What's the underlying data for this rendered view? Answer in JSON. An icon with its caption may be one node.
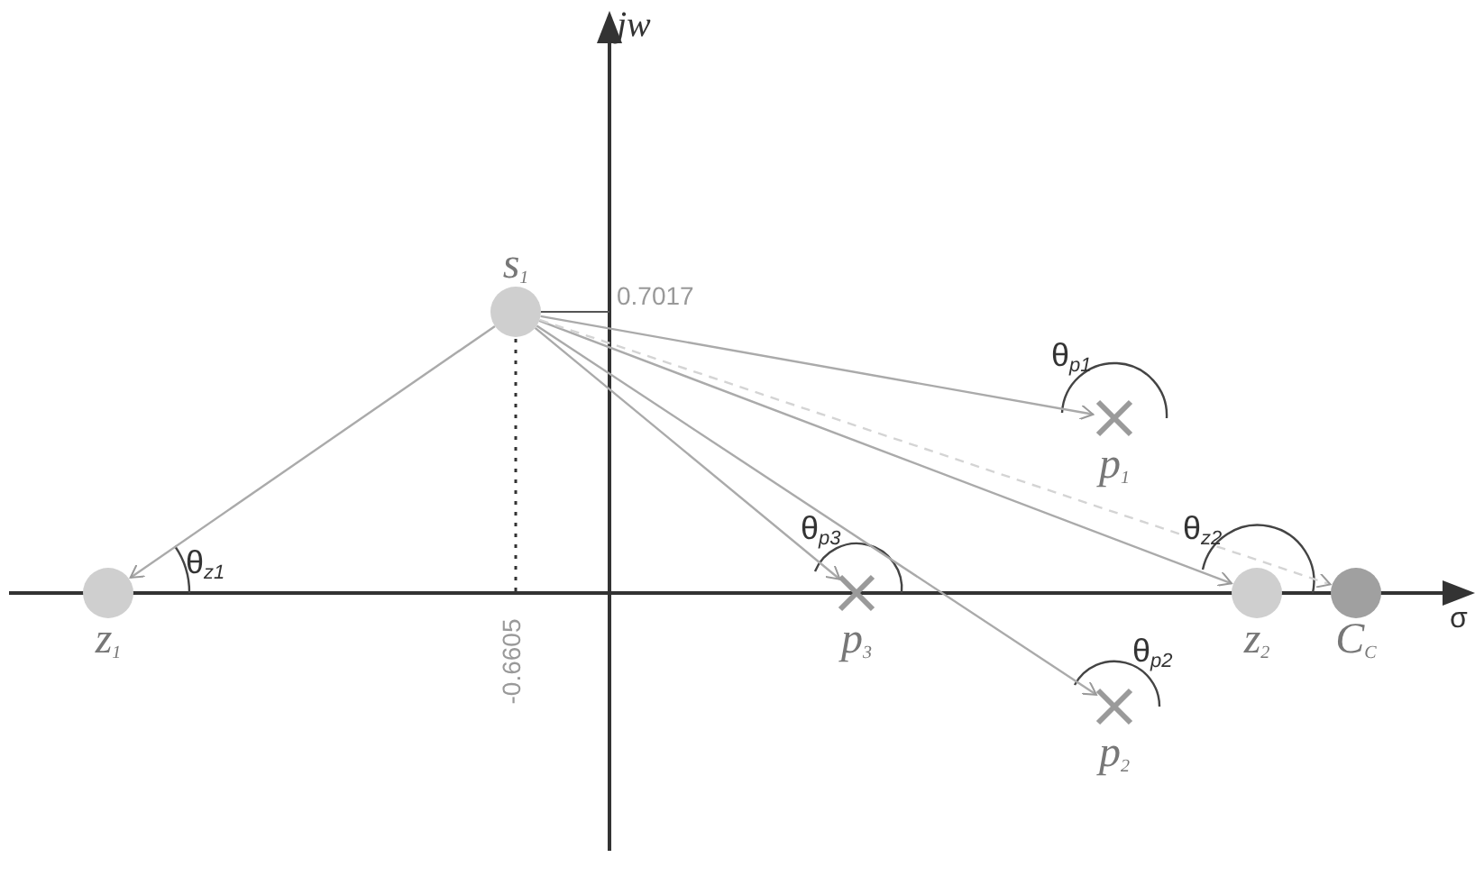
{
  "diagram": {
    "nodes": [
      {
        "text": [
          "s$_{1}$"
        ]
      },
      {
        "text": [
          "z$_{1}$"
        ]
      },
      {
        "text": [
          "p$_{1}$"
        ]
      },
      {
        "text": [
          "p$_{3}$"
        ]
      },
      {
        "text": [
          "p$_{2}$"
        ]
      },
      {
        "text": [
          "z$_{2}$"
        ]
      },
      {
        "text": [
          "C$_{C}$"
        ]
      }
    ],
    "edges": [
      {
        "from": 0,
        "to": 1,
        "arrow": "to"
      },
      {
        "from": 0,
        "to": 2,
        "arrow": "to"
      },
      {
        "from": 0,
        "to": 3,
        "arrow": "to"
      },
      {
        "from": 0,
        "to": 4,
        "arrow": "to"
      },
      {
        "from": 0,
        "to": 5,
        "arrow": "to"
      },
      {
        "from": 0,
        "to": 6,
        "arrow": "to",
        "style": "dashed",
        "color": "#d4d4d4"
      }
    ],
    "labels": [
      "jw",
      "0.7017",
      "-0.6605",
      "θ$_{p1}$",
      "θ$_{z2}$",
      "θ$_{p3}$",
      "θ$_{p2}$",
      "θ$_{z1}$",
      "σ"
    ]
  }
}
